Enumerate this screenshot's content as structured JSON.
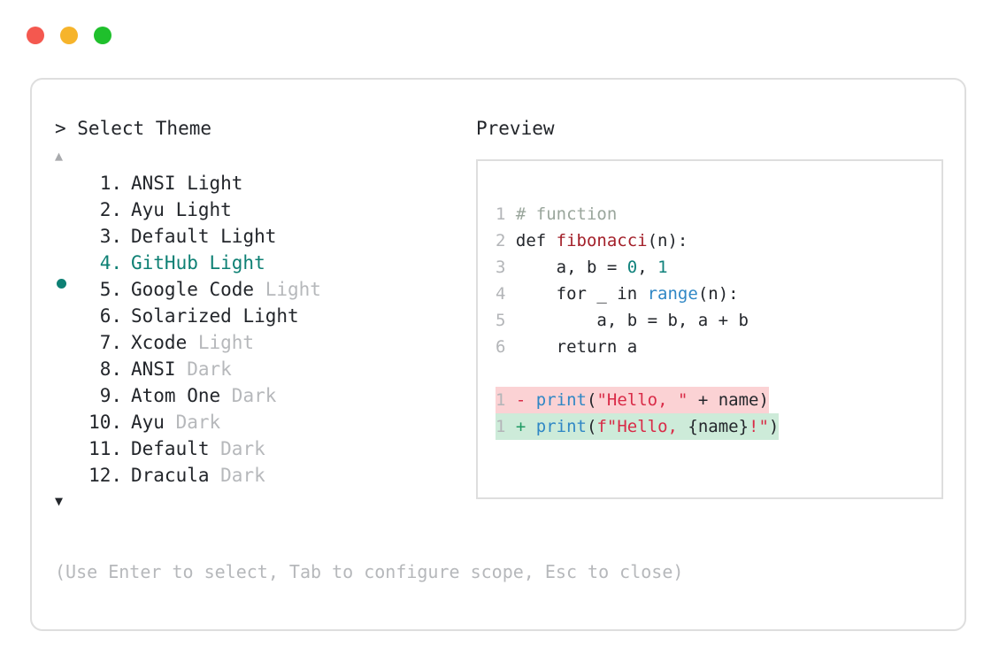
{
  "window": {
    "dots": [
      {
        "name": "close",
        "color": "#f4584f"
      },
      {
        "name": "minimize",
        "color": "#f6b42b"
      },
      {
        "name": "maximize",
        "color": "#1fc02c"
      }
    ]
  },
  "left": {
    "prompt": "> Select Theme",
    "scroll_up": "▲",
    "scroll_down": "▼",
    "selected_index": 4,
    "selected_color": "#0e8074",
    "bullet": "●",
    "items": [
      {
        "num": " 1.",
        "name": "ANSI",
        "suffix": "Light",
        "suffix_dim": false
      },
      {
        "num": " 2.",
        "name": "Ayu",
        "suffix": "Light",
        "suffix_dim": false
      },
      {
        "num": " 3.",
        "name": "Default",
        "suffix": "Light",
        "suffix_dim": false
      },
      {
        "num": " 4.",
        "name": "GitHub",
        "suffix": "Light",
        "suffix_dim": false
      },
      {
        "num": " 5.",
        "name": "Google Code",
        "suffix": "Light",
        "suffix_dim": true
      },
      {
        "num": " 6.",
        "name": "Solarized",
        "suffix": "Light",
        "suffix_dim": false
      },
      {
        "num": " 7.",
        "name": "Xcode",
        "suffix": "Light",
        "suffix_dim": true
      },
      {
        "num": " 8.",
        "name": "ANSI",
        "suffix": "Dark",
        "suffix_dim": true
      },
      {
        "num": " 9.",
        "name": "Atom One",
        "suffix": "Dark",
        "suffix_dim": true
      },
      {
        "num": "10.",
        "name": "Ayu",
        "suffix": "Dark",
        "suffix_dim": true
      },
      {
        "num": "11.",
        "name": "Default",
        "suffix": "Dark",
        "suffix_dim": true
      },
      {
        "num": "12.",
        "name": "Dracula",
        "suffix": "Dark",
        "suffix_dim": true
      }
    ]
  },
  "preview": {
    "title": "Preview",
    "code_lines": [
      {
        "ln": "1",
        "tokens": [
          {
            "t": " # function",
            "c": "comment"
          }
        ]
      },
      {
        "ln": "2",
        "tokens": [
          {
            "t": " def ",
            "c": "kw"
          },
          {
            "t": "fibonacci",
            "c": "fn"
          },
          {
            "t": "(n):",
            "c": "plain"
          }
        ]
      },
      {
        "ln": "3",
        "tokens": [
          {
            "t": "     a, b = ",
            "c": "plain"
          },
          {
            "t": "0",
            "c": "num"
          },
          {
            "t": ", ",
            "c": "plain"
          },
          {
            "t": "1",
            "c": "num"
          }
        ]
      },
      {
        "ln": "4",
        "tokens": [
          {
            "t": "     for _ in ",
            "c": "plain"
          },
          {
            "t": "range",
            "c": "builtin"
          },
          {
            "t": "(n):",
            "c": "plain"
          }
        ]
      },
      {
        "ln": "5",
        "tokens": [
          {
            "t": "         a, b = b, a + b",
            "c": "plain"
          }
        ]
      },
      {
        "ln": "6",
        "tokens": [
          {
            "t": "     return a",
            "c": "plain"
          }
        ]
      }
    ],
    "diff_lines": [
      {
        "ln": "1",
        "kind": "del",
        "sign": "-",
        "background": "#fbd2d4",
        "tokens": [
          {
            "t": "print",
            "c": "print"
          },
          {
            "t": "(",
            "c": "plain"
          },
          {
            "t": "\"Hello, \"",
            "c": "str"
          },
          {
            "t": " + name)",
            "c": "plain"
          }
        ]
      },
      {
        "ln": "1",
        "kind": "add",
        "sign": "+",
        "background": "#cdebd9",
        "tokens": [
          {
            "t": "print",
            "c": "print"
          },
          {
            "t": "(",
            "c": "plain"
          },
          {
            "t": "f\"Hello, ",
            "c": "str"
          },
          {
            "t": "{name}",
            "c": "plain"
          },
          {
            "t": "!\"",
            "c": "str"
          },
          {
            "t": ")",
            "c": "plain"
          }
        ]
      }
    ]
  },
  "footer": {
    "hint": "(Use Enter to select, Tab to configure scope, Esc to close)"
  }
}
